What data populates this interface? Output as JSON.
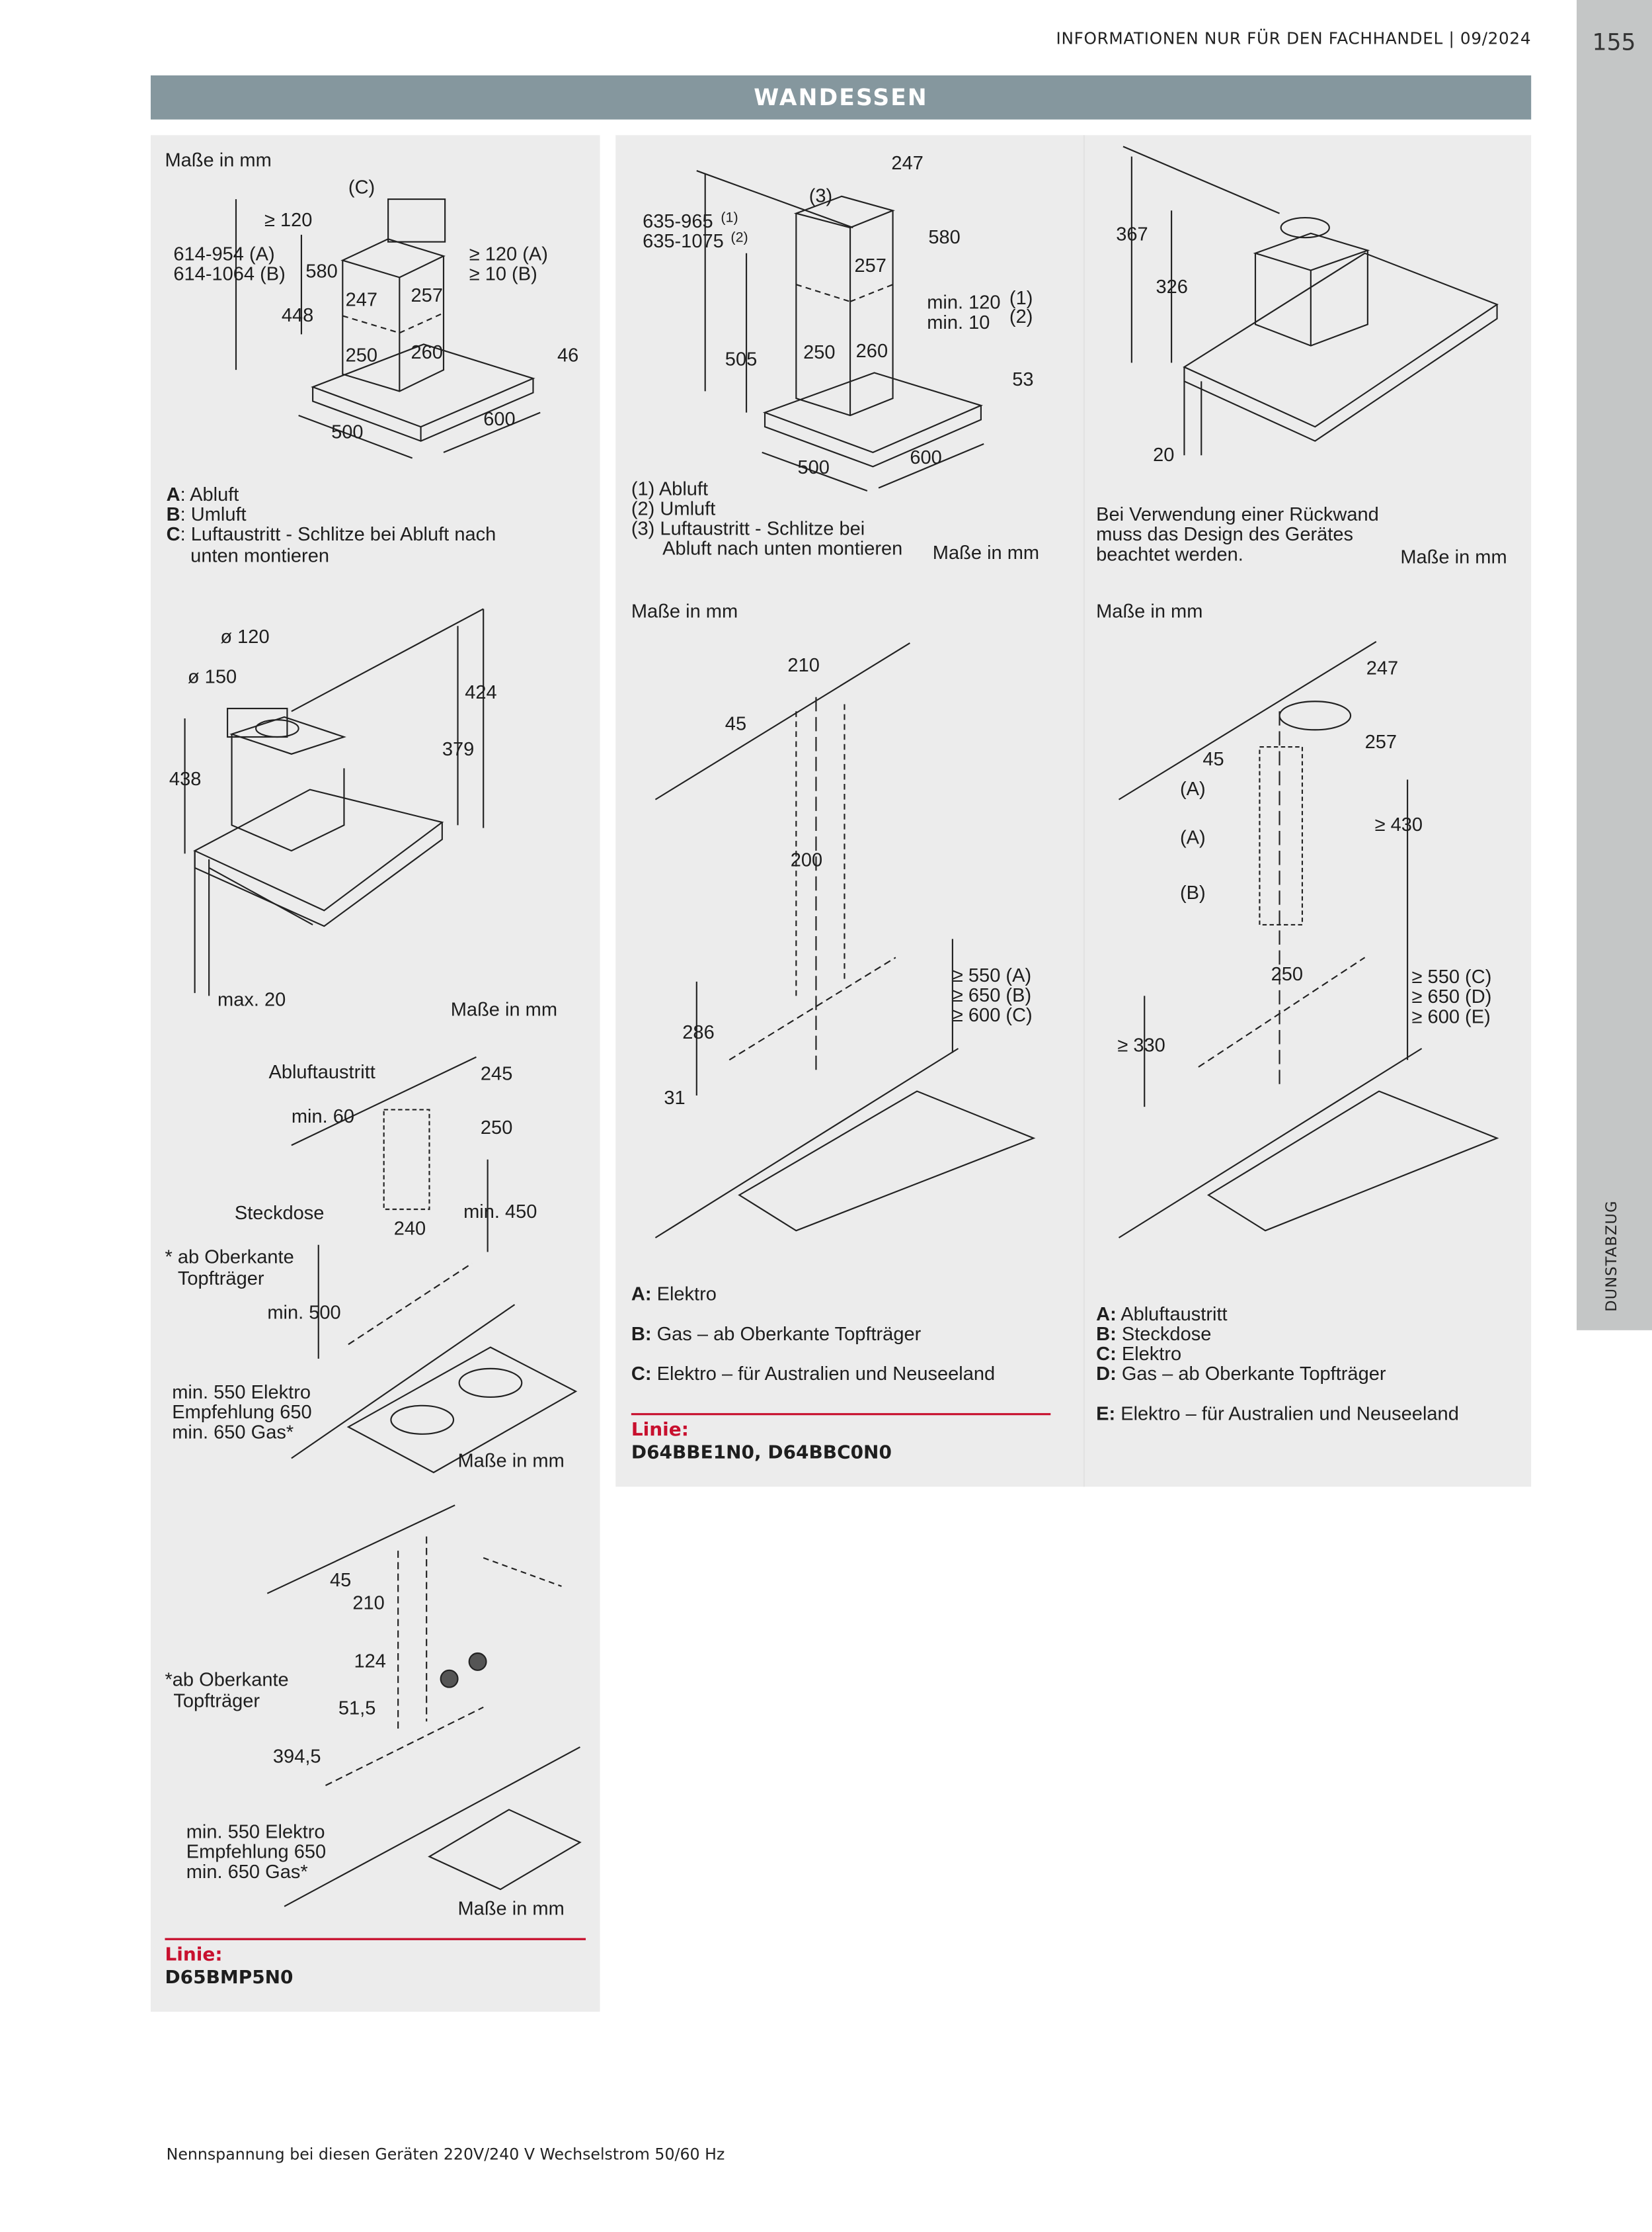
{
  "header": {
    "info": "INFORMATIONEN NUR FÜR DEN FACHHANDEL | 09/2024",
    "page": "155"
  },
  "title": "WANDESSEN",
  "side_tab": "DUNSTABZUG",
  "footer": "Nennspannung bei diesen Geräten 220V/240 V Wechselstrom 50/60 Hz",
  "colors": {
    "title_bar": "#85979e",
    "panel": "#ececec",
    "side_strip": "#c4c6c6",
    "accent": "#c8102e"
  },
  "unit": "Maße in mm",
  "d1": {
    "labels": [
      "(C)",
      "≥ 120",
      "614-954 (A)",
      "614-1064 (B)",
      "580",
      "448",
      "247",
      "257",
      "≥ 120 (A)",
      "≥ 10 (B)",
      "250",
      "260",
      "46",
      "500",
      "600"
    ],
    "legend": [
      {
        "k": "A",
        "v": ": Abluft"
      },
      {
        "k": "B",
        "v": ": Umluft"
      },
      {
        "k": "C",
        "v": ": Luftaustritt - Schlitze bei Abluft nach"
      }
    ],
    "legend_cont": "unten montieren"
  },
  "d2": {
    "labels": [
      "247",
      "(3)",
      "635-965",
      "(1)",
      "635-1075",
      "(2)",
      "580",
      "257",
      "min. 120",
      "(1)",
      "min. 10",
      "(2)",
      "505",
      "250",
      "260",
      "53",
      "500",
      "600"
    ],
    "legend": [
      "(1) Abluft",
      "(2) Umluft",
      "(3) Luftaustritt - Schlitze bei",
      "Abluft nach unten montieren"
    ]
  },
  "d3": {
    "labels": [
      "367",
      "326",
      "20"
    ],
    "note": [
      "Bei Verwendung einer Rückwand",
      "muss das Design des Gerätes",
      "beachtet werden."
    ]
  },
  "d4": {
    "labels": [
      "ø 120",
      "ø 150",
      "424",
      "379",
      "438",
      "max. 20"
    ]
  },
  "d5": {
    "labels": [
      "Abluftaustritt",
      "245",
      "min. 60",
      "250",
      "Steckdose",
      "min. 450",
      "240",
      "* ab Oberkante",
      "Topfträger",
      "min. 500",
      "min. 550 Elektro",
      "Empfehlung 650",
      "min. 650 Gas*"
    ]
  },
  "d6": {
    "labels": [
      "45",
      "210",
      "124",
      "*ab Oberkante",
      "Topfträger",
      "51,5",
      "394,5",
      "min. 550 Elektro",
      "Empfehlung 650",
      "min. 650 Gas*"
    ]
  },
  "d7": {
    "labels": [
      "210",
      "45",
      "200",
      "≥ 550 (A)",
      "≥ 650 (B)",
      "≥ 600 (C)",
      "286",
      "31"
    ],
    "legend": [
      {
        "k": "A:",
        "v": " Elektro"
      },
      {
        "k": "B:",
        "v": " Gas – ab Oberkante Topfträger"
      },
      {
        "k": "C:",
        "v": " Elektro – für Australien und Neuseeland"
      }
    ]
  },
  "d8": {
    "labels": [
      "247",
      "45",
      "(A)",
      "257",
      "(A)",
      "≥ 430",
      "(B)",
      "250",
      "≥ 550 (C)",
      "≥ 650 (D)",
      "≥ 600 (E)",
      "≥ 330"
    ],
    "legend": [
      {
        "k": "A:",
        "v": " Abluftaustritt"
      },
      {
        "k": "B:",
        "v": " Steckdose"
      },
      {
        "k": "C:",
        "v": " Elektro"
      },
      {
        "k": "D:",
        "v": " Gas – ab Oberkante Topfträger"
      },
      {
        "k": "E:",
        "v": " Elektro – für Australien und Neuseeland"
      }
    ]
  },
  "linie_label": "Linie:",
  "left_models": "D65BMP5N0",
  "right_models": "D64BBE1N0, D64BBC0N0"
}
